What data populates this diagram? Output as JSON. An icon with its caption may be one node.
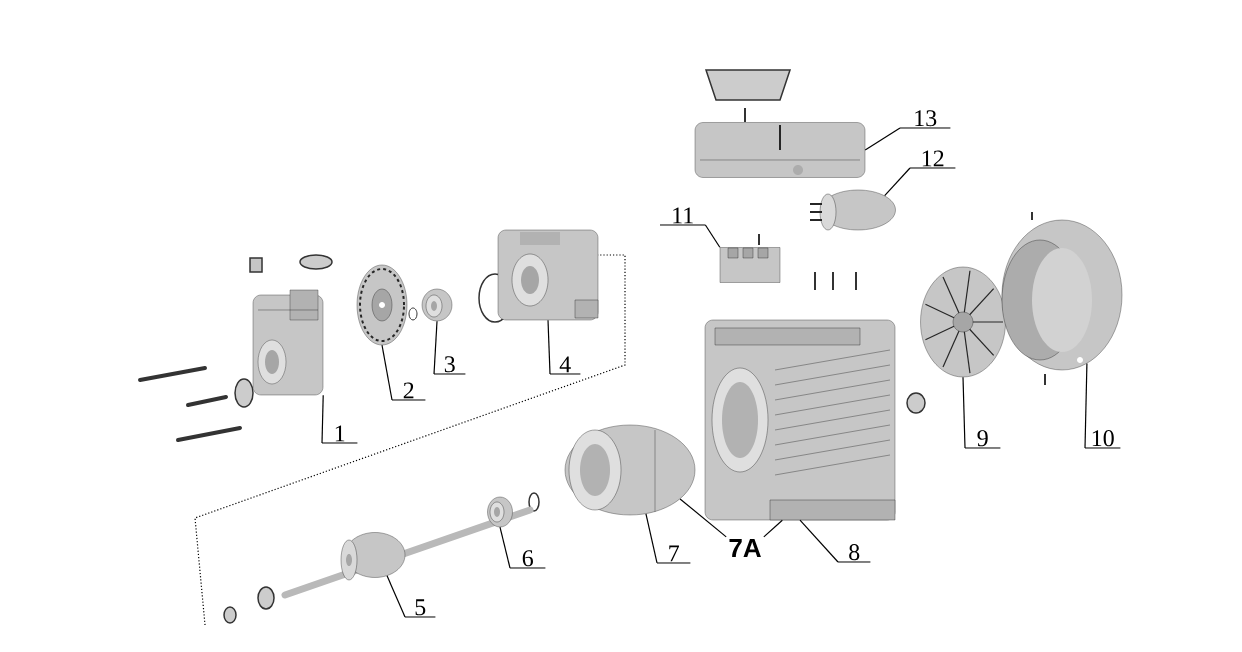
{
  "diagram": {
    "nodes": [
      {
        "text": [
          "1"
        ]
      },
      {
        "text": [
          "2"
        ]
      },
      {
        "text": [
          "3"
        ]
      },
      {
        "text": [
          "4"
        ]
      },
      {
        "text": [
          "5"
        ]
      },
      {
        "text": [
          "6"
        ]
      },
      {
        "text": [
          "7"
        ]
      },
      {
        "text": [
          "8"
        ]
      },
      {
        "text": [
          "9"
        ]
      },
      {
        "text": [
          "10"
        ]
      },
      {
        "text": [
          "11"
        ]
      },
      {
        "text": [
          "12"
        ]
      },
      {
        "text": [
          "13"
        ]
      },
      {
        "text": [
          "7A"
        ]
      },
      {
        "text": [],
        "shape": "picture"
      },
      {
        "text": [],
        "shape": "picture"
      },
      {
        "text": [],
        "shape": "picture"
      },
      {
        "text": [],
        "shape": "picture"
      },
      {
        "text": [],
        "shape": "picture"
      },
      {
        "text": [],
        "shape": "picture"
      },
      {
        "text": [],
        "shape": "picture"
      },
      {
        "text": [],
        "shape": "picture"
      },
      {
        "text": [],
        "shape": "picture"
      },
      {
        "text": [],
        "shape": "picture"
      },
      {
        "text": [],
        "shape": "picture"
      },
      {
        "text": [],
        "shape": "picture"
      },
      {
        "text": [],
        "shape": "picture"
      }
    ],
    "edges": [
      {
        "from": 0,
        "to": 14,
        "arrow": "none"
      },
      {
        "from": 1,
        "to": 15,
        "arrow": "none"
      },
      {
        "from": 2,
        "to": 16,
        "arrow": "none"
      },
      {
        "from": 3,
        "to": 17,
        "arrow": "none"
      },
      {
        "from": 4,
        "to": 18,
        "arrow": "none"
      },
      {
        "from": 5,
        "to": 19,
        "arrow": "none"
      },
      {
        "from": 6,
        "to": 20,
        "arrow": "none"
      },
      {
        "from": 7,
        "to": 21,
        "arrow": "none"
      },
      {
        "from": 8,
        "to": 22,
        "arrow": "none"
      },
      {
        "from": 9,
        "to": 23,
        "arrow": "none"
      },
      {
        "from": 10,
        "to": 24,
        "arrow": "none"
      },
      {
        "from": 11,
        "to": 25,
        "arrow": "none"
      },
      {
        "from": 12,
        "to": 26,
        "arrow": "none"
      },
      {
        "from": 13,
        "to": 20,
        "arrow": "none"
      },
      {
        "from": 13,
        "to": 21,
        "arrow": "none"
      }
    ]
  }
}
